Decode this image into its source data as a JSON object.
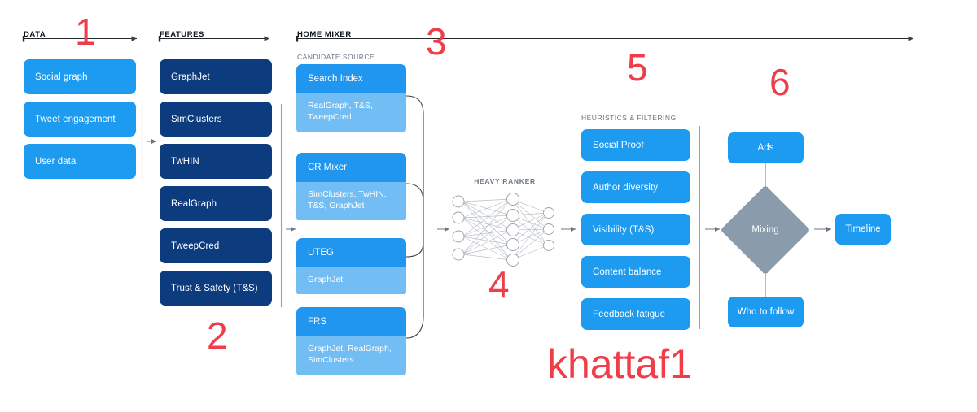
{
  "sections": {
    "data": {
      "title": "DATA"
    },
    "features": {
      "title": "FEATURES"
    },
    "home_mixer": {
      "title": "HOME MIXER"
    },
    "candidate_source": {
      "title": "CANDIDATE SOURCE"
    },
    "heavy_ranker": {
      "title": "HEAVY RANKER"
    },
    "heuristics": {
      "title": "HEURISTICS & FILTERING"
    }
  },
  "data_boxes": [
    {
      "label": "Social graph"
    },
    {
      "label": "Tweet engagement"
    },
    {
      "label": "User data"
    }
  ],
  "feature_boxes": [
    {
      "label": "GraphJet"
    },
    {
      "label": "SimClusters"
    },
    {
      "label": "TwHIN"
    },
    {
      "label": "RealGraph"
    },
    {
      "label": "TweepCred"
    },
    {
      "label": "Trust & Safety (T&S)"
    }
  ],
  "candidate_sources": [
    {
      "name": "Search Index",
      "features": "RealGraph, T&S,\nTweepCred"
    },
    {
      "name": "CR Mixer",
      "features": "SimClusters, TwHIN,\nT&S, GraphJet"
    },
    {
      "name": "UTEG",
      "features": "GraphJet"
    },
    {
      "name": "FRS",
      "features": "GraphJet, RealGraph,\nSimClusters"
    }
  ],
  "heuristic_boxes": [
    {
      "label": "Social Proof"
    },
    {
      "label": "Author diversity"
    },
    {
      "label": "Visibility (T&S)"
    },
    {
      "label": "Content balance"
    },
    {
      "label": "Feedback fatigue"
    }
  ],
  "mixing": {
    "ads_label": "Ads",
    "mixing_label": "Mixing",
    "who_to_follow_label": "Who to follow",
    "timeline_label": "Timeline"
  },
  "annotations": [
    {
      "text": "1"
    },
    {
      "text": "2"
    },
    {
      "text": "3"
    },
    {
      "text": "4"
    },
    {
      "text": "5"
    },
    {
      "text": "6"
    },
    {
      "text": "khattaf1"
    }
  ],
  "colors": {
    "navy": "#0d3c7e",
    "blue": "#1d9bf0",
    "card_head": "#2196ef",
    "card_body": "#72bdf3",
    "diamond": "#8a9cab",
    "annotation_red": "#ef3e4a",
    "rule": "#9aa3ab"
  }
}
